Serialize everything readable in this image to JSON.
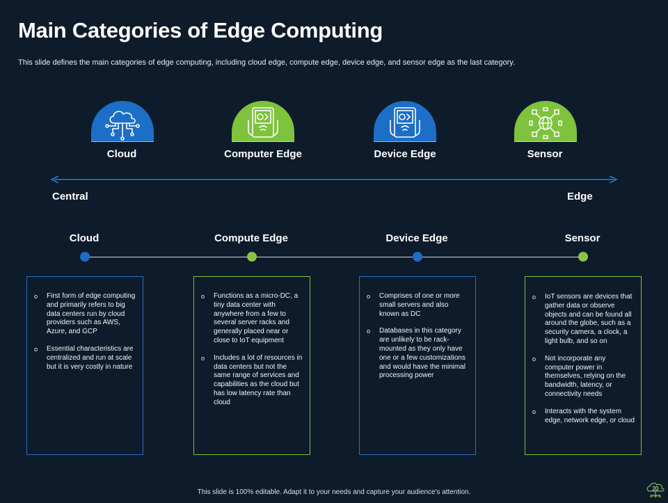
{
  "slide": {
    "title": "Main Categories of Edge Computing",
    "subtitle": "This slide defines the main categories of edge computing, including cloud edge, compute edge, device edge, and sensor edge as the last category."
  },
  "categories": [
    {
      "label": "Cloud",
      "icon": "cloud-network-icon",
      "color": "#1c6ec7"
    },
    {
      "label": "Computer Edge",
      "icon": "tablet-touch-icon",
      "color": "#7ec23d"
    },
    {
      "label": "Device Edge",
      "icon": "tablet-touch-icon",
      "color": "#1c6ec7"
    },
    {
      "label": "Sensor",
      "icon": "sensor-globe-icon",
      "color": "#7ec23d"
    }
  ],
  "axis": {
    "left_label": "Central",
    "right_label": "Edge"
  },
  "timeline": [
    {
      "label": "Cloud",
      "bullets": [
        "First form of edge computing and primarily refers to big data centers run by cloud providers such as AWS, Azure, and GCP",
        "Essential characteristics are centralized and run at scale but it is very costly in nature"
      ]
    },
    {
      "label": "Compute Edge",
      "bullets": [
        "Functions as a micro-DC, a tiny data center with anywhere from a few to several server racks and generally placed near or close to IoT equipment",
        "Includes a lot of resources in data centers but not the same range of services and capabilities as the cloud but has low latency rate than cloud"
      ]
    },
    {
      "label": "Device Edge",
      "bullets": [
        "Comprises of one or more small servers and also known as DC",
        "Databases in this category are unlikely to be rack-mounted as they only have one or a few customizations and would have the minimal processing power"
      ]
    },
    {
      "label": "Sensor",
      "bullets": [
        "IoT sensors are devices that gather data or observe objects and can be found all around the globe, such as a security camera, a clock, a light bulb, and so on",
        "Not incorporate any computer power in themselves, relying on the bandwidth, latency, or connectivity needs",
        "Interacts with the system edge, network edge, or cloud"
      ]
    }
  ],
  "footer": {
    "text": "This slide is 100% editable. Adapt it to your needs and capture your audience's attention.",
    "page_number": "20"
  }
}
